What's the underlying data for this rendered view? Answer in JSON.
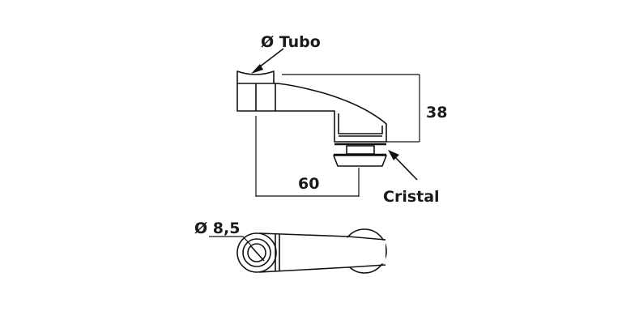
{
  "labels": {
    "tube_diameter": "Ø Tubo",
    "height": "38",
    "length": "60",
    "glass": "Cristal",
    "hole_diameter": "Ø 8,5"
  }
}
